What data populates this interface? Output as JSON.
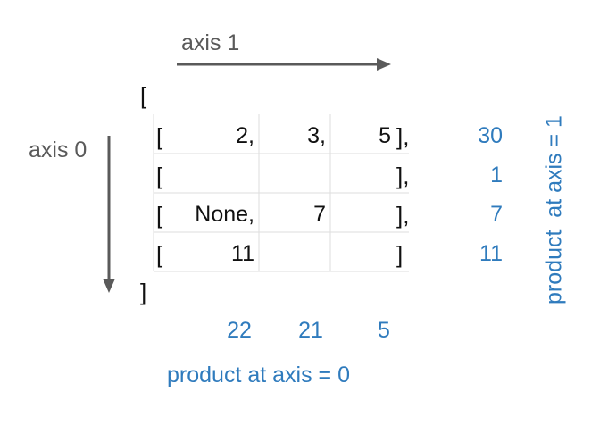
{
  "axis1_label": "axis 1",
  "axis0_label": "axis 0",
  "outer_open": "[",
  "outer_close": "]",
  "rows": [
    {
      "open": "[",
      "cells": [
        "2,",
        "3,",
        "5"
      ],
      "close": "],",
      "product": "30"
    },
    {
      "open": "[",
      "cells": [
        "",
        "",
        ""
      ],
      "close": "],",
      "product": "1"
    },
    {
      "open": "[",
      "cells": [
        "None,",
        "7",
        ""
      ],
      "close": "],",
      "product": "7"
    },
    {
      "open": "[",
      "cells": [
        "11",
        "",
        ""
      ],
      "close": "]",
      "product": "11"
    }
  ],
  "column_products": [
    "22",
    "21",
    "5"
  ],
  "axis0_product_label": "product  at axis = 0",
  "axis1_product_label": "product  at axis = 1",
  "colors": {
    "blue": "#2f7bbd",
    "gray": "#5a5a5a",
    "grid": "#dedede",
    "black": "#111111"
  }
}
